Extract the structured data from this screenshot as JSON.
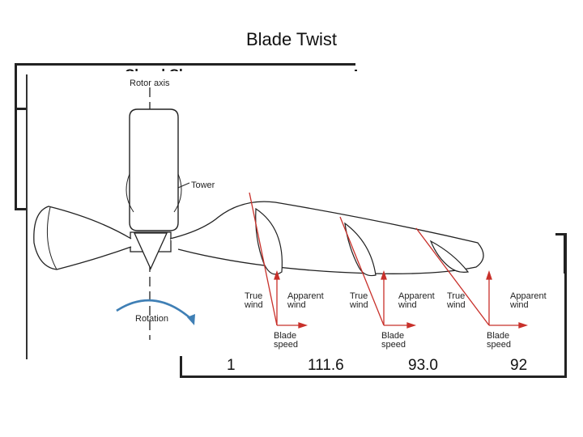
{
  "slide": {
    "title": "Blade Twist"
  },
  "background_table": {
    "heading": "Chord Changes",
    "row_values": [
      "1",
      "111.6",
      "93.0",
      "92"
    ]
  },
  "figure": {
    "labels": {
      "rotor_axis": "Rotor axis",
      "tower": "Tower",
      "rotation": "Rotation"
    },
    "vectors": [
      {
        "true_wind": "True\nwind",
        "apparent_wind": "Apparent\nwind",
        "blade_speed": "Blade\nspeed"
      },
      {
        "true_wind": "True\nwind",
        "apparent_wind": "Apparent\nwind",
        "blade_speed": "Blade\nspeed"
      },
      {
        "true_wind": "True\nwind",
        "apparent_wind": "Apparent\nwind",
        "blade_speed": "Blade\nspeed"
      }
    ],
    "colors": {
      "vector": "#c8302a",
      "rotation_arrow": "#3f7fb5",
      "line": "#222222"
    }
  }
}
